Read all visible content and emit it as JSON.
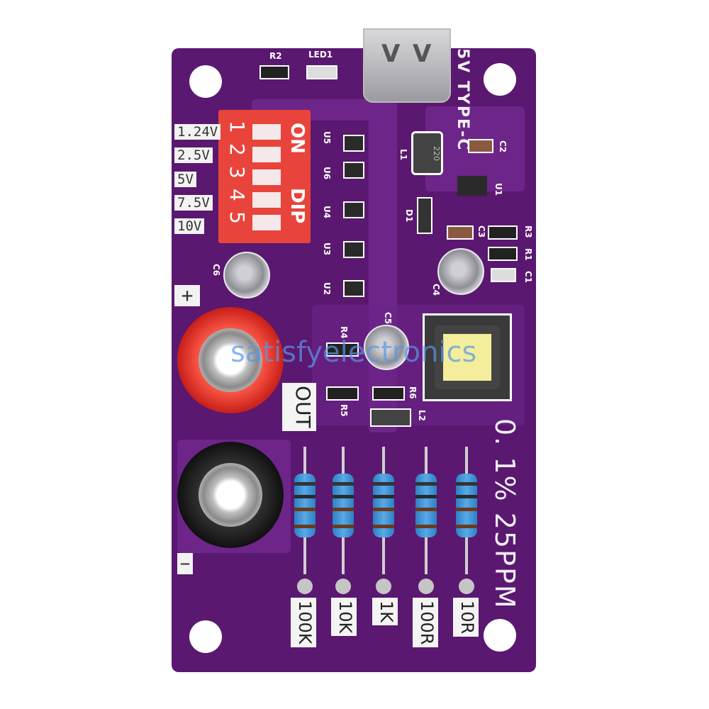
{
  "board": {
    "color": "#5a1870",
    "usb_label": "5V TYPE-C",
    "dip": {
      "numbers": [
        "1",
        "2",
        "3",
        "4",
        "5"
      ],
      "on_label": "ON",
      "dip_label": "DIP",
      "color": "#e8443c"
    },
    "voltage_labels": [
      "1.24V",
      "2.5V",
      "5V",
      "7.5V",
      "10V"
    ],
    "plus_label": "+",
    "minus_label": "−",
    "out_label": "OUT",
    "precision_label": "0. 1% 25PPM",
    "resistor_labels": [
      "100K",
      "10K",
      "1K",
      "100R",
      "10R"
    ],
    "silkscreen": {
      "r2": "R2",
      "led1": "LED1",
      "u5": "U5",
      "u6": "U6",
      "u4": "U4",
      "u3": "U3",
      "u2": "U2",
      "l1": "L1",
      "l1_code": "220",
      "c2": "C2",
      "u1": "U1",
      "d1": "D1",
      "c3": "C3",
      "r3": "R3",
      "r1": "R1",
      "c1": "C1",
      "c6": "C6",
      "c4": "C4",
      "c5": "C5",
      "r4": "R4",
      "r5": "R5",
      "r6": "R6",
      "l2": "L2"
    },
    "watermark": "satisfyelectronics"
  }
}
